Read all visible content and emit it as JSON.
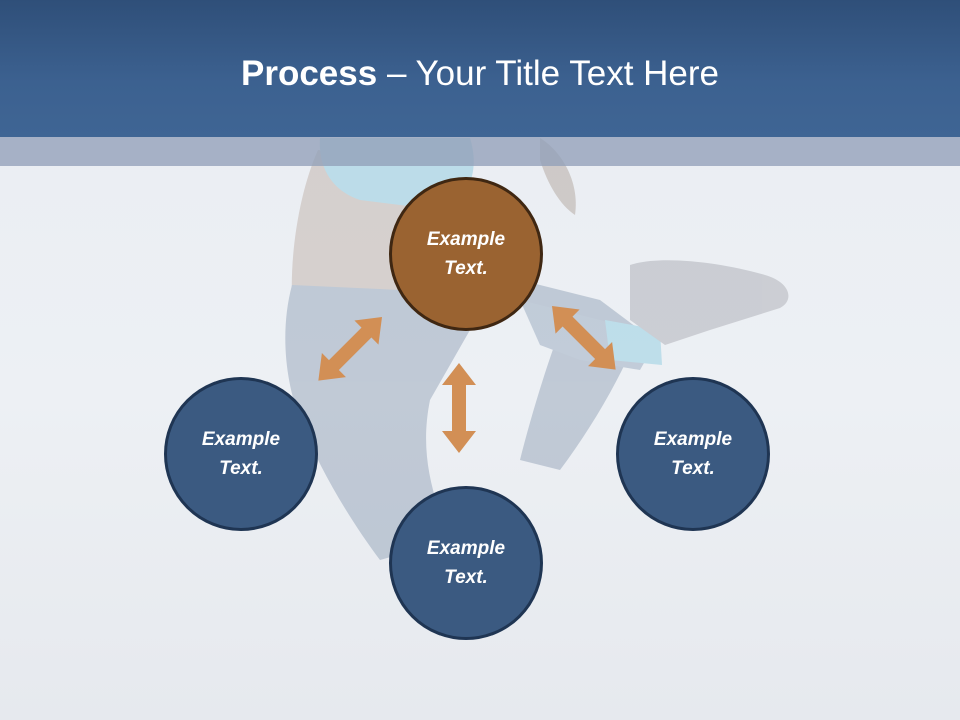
{
  "title": {
    "bold": "Process",
    "rest": " – Your Title Text Here"
  },
  "nodes": {
    "top": {
      "line1": "Example",
      "line2": "Text."
    },
    "left": {
      "line1": "Example",
      "line2": "Text."
    },
    "bottom": {
      "line1": "Example",
      "line2": "Text."
    },
    "right": {
      "line1": "Example",
      "line2": "Text."
    }
  },
  "colors": {
    "header": "#3c6190",
    "accent_node": "#9a6331",
    "node": "#3b5a81",
    "arrow": "#d28f55"
  },
  "icons": {
    "arrow": "double-headed-arrow"
  }
}
